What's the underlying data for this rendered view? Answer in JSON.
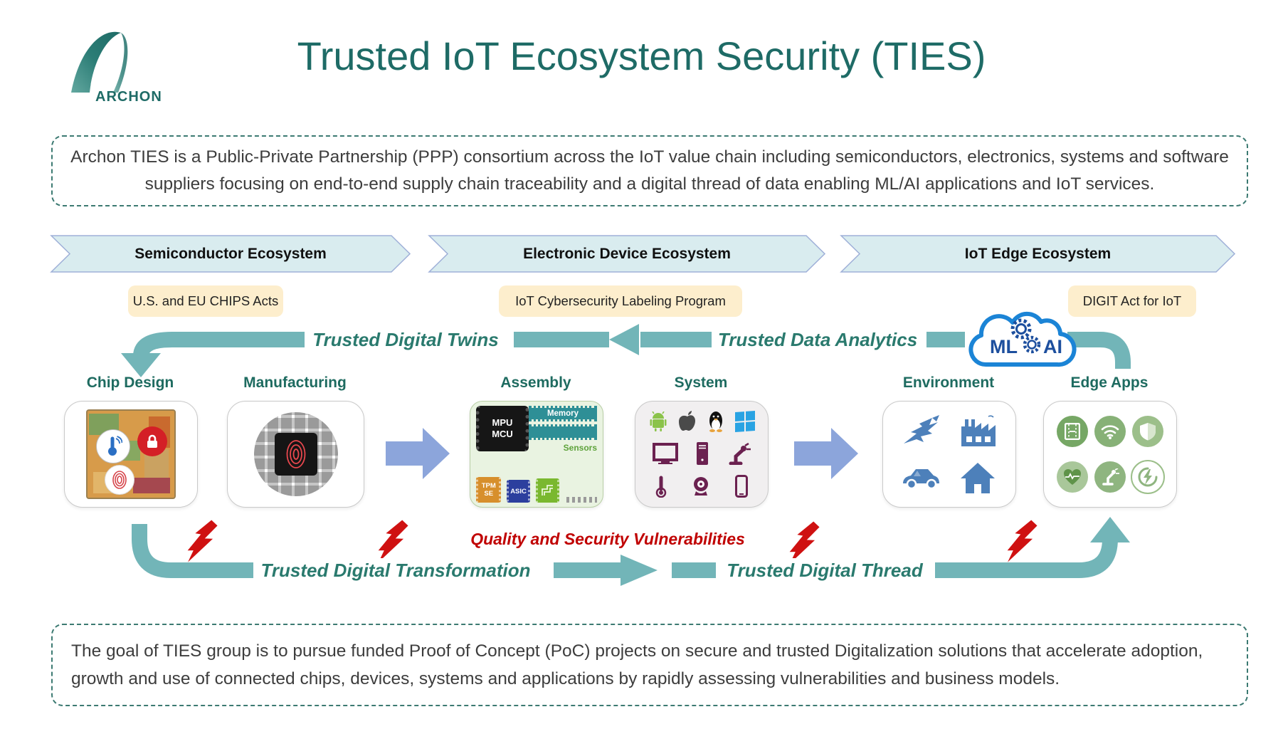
{
  "logo": {
    "text": "ARCHON"
  },
  "header": {
    "title": "Trusted IoT Ecosystem Security (TIES)"
  },
  "intro": {
    "text": "Archon TIES is a Public-Private Partnership (PPP) consortium across the IoT value chain including semiconductors, electronics, systems and software suppliers focusing on end-to-end supply chain traceability and a digital thread of data enabling ML/AI applications and IoT services."
  },
  "goal": {
    "text": "The goal of TIES group is to pursue funded Proof of Concept (PoC) projects on secure and trusted Digitalization solutions that accelerate adoption, growth and use of connected chips, devices, systems and applications by rapidly assessing vulnerabilities and business models."
  },
  "banners": [
    {
      "label": "Semiconductor Ecosystem"
    },
    {
      "label": "Electronic Device Ecosystem"
    },
    {
      "label": "IoT Edge Ecosystem"
    }
  ],
  "policies": [
    {
      "label": "U.S. and EU CHIPS Acts"
    },
    {
      "label": "IoT Cybersecurity Labeling Program"
    },
    {
      "label": "DIGIT Act for IoT"
    }
  ],
  "flows": {
    "twins": "Trusted Digital Twins",
    "analytics": "Trusted Data Analytics",
    "transformation": "Trusted Digital Transformation",
    "thread": "Trusted Digital Thread"
  },
  "warning": "Quality and Security Vulnerabilities",
  "cloud": {
    "ml": "ML",
    "ai": "AI"
  },
  "stages": [
    {
      "label": "Chip Design"
    },
    {
      "label": "Manufacturing"
    },
    {
      "label": "Assembly"
    },
    {
      "label": "System"
    },
    {
      "label": "Environment"
    },
    {
      "label": "Edge Apps"
    }
  ],
  "assembly_parts": {
    "mpu": "MPU",
    "mcu": "MCU",
    "memory": "Memory",
    "sensors": "Sensors",
    "tpm_line1": "TPM",
    "tpm_line2": "SE",
    "asic": "ASIC"
  },
  "colors": {
    "teal_band": "#72b5b8",
    "teal_text": "#2a7a6e",
    "title_teal": "#1e6b66",
    "banner_fill": "#d9ecef",
    "banner_border": "#9fb0d8",
    "policy_bg": "#fdeecd",
    "warning_red": "#c00000",
    "blue_arrow": "#8ca5db",
    "bolt_red": "#cf1111",
    "cloud_blue": "#1b84d6"
  }
}
